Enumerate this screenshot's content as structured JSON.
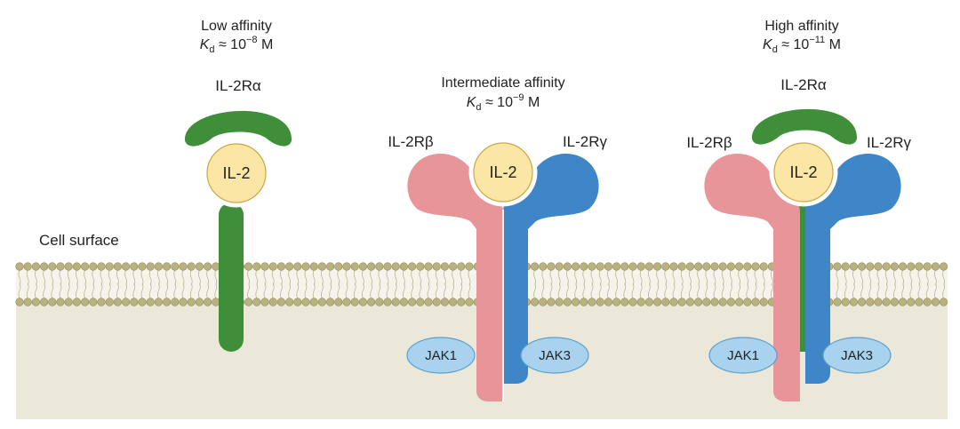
{
  "colors": {
    "alpha": "#3f8f3a",
    "alpha_dark": "#2e6e2b",
    "beta": "#e8959a",
    "beta_dark": "#c96c73",
    "gamma": "#3f86c9",
    "gamma_dark": "#2c6aa6",
    "il2_fill": "#fbe6a6",
    "il2_stroke": "#c9a944",
    "jak_fill": "#a9d2ee",
    "jak_stroke": "#5a9fcf",
    "cytoplasm": "#ebe8d9",
    "lipid_head": "#b9b27f"
  },
  "cell_surface_label": "Cell surface",
  "complexes": [
    {
      "affinity_title": "Low affinity",
      "kd_symbol": "K",
      "kd_subscript": "d",
      "kd_relation": " ≈ 10",
      "kd_exponent": "−8",
      "kd_unit": " M",
      "alpha_label": "IL-2Rα",
      "ligand_label": "IL-2"
    },
    {
      "affinity_title": "Intermediate affinity",
      "kd_symbol": "K",
      "kd_subscript": "d",
      "kd_relation": " ≈ 10",
      "kd_exponent": "−9",
      "kd_unit": " M",
      "beta_label": "IL-2Rβ",
      "gamma_label": "IL-2Rγ",
      "ligand_label": "IL-2",
      "jak_left": "JAK1",
      "jak_right": "JAK3"
    },
    {
      "affinity_title": "High affinity",
      "kd_symbol": "K",
      "kd_subscript": "d",
      "kd_relation": " ≈ 10",
      "kd_exponent": "−11",
      "kd_unit": " M",
      "alpha_label": "IL-2Rα",
      "beta_label": "IL-2Rβ",
      "gamma_label": "IL-2Rγ",
      "ligand_label": "IL-2",
      "jak_left": "JAK1",
      "jak_right": "JAK3"
    }
  ]
}
